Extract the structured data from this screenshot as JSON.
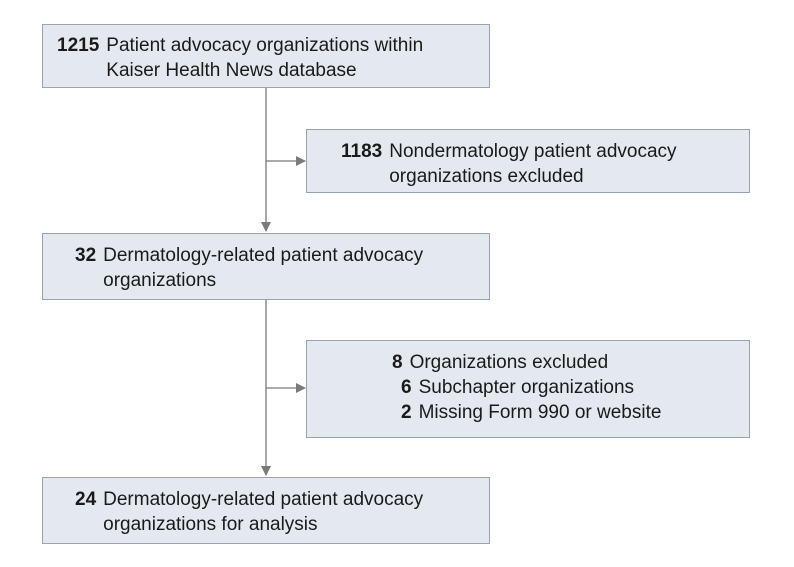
{
  "flow": {
    "box1": {
      "count": "1215",
      "text": "Patient advocacy organizations within Kaiser Health News database"
    },
    "box2": {
      "count": "1183",
      "text": "Nondermatology patient advocacy organizations excluded"
    },
    "box3": {
      "count": "32",
      "text": "Dermatology-related patient advocacy organizations"
    },
    "box4": {
      "count": "8",
      "text": "Organizations excluded",
      "items": [
        {
          "count": "6",
          "text": "Subchapter organizations"
        },
        {
          "count": "2",
          "text": "Missing Form 990 or website"
        }
      ]
    },
    "box5": {
      "count": "24",
      "text": "Dermatology-related patient advocacy organizations for analysis"
    }
  },
  "colors": {
    "box_fill": "#e4e9ef",
    "box_border": "#9aa3ad",
    "connector": "#7a7a7a"
  }
}
